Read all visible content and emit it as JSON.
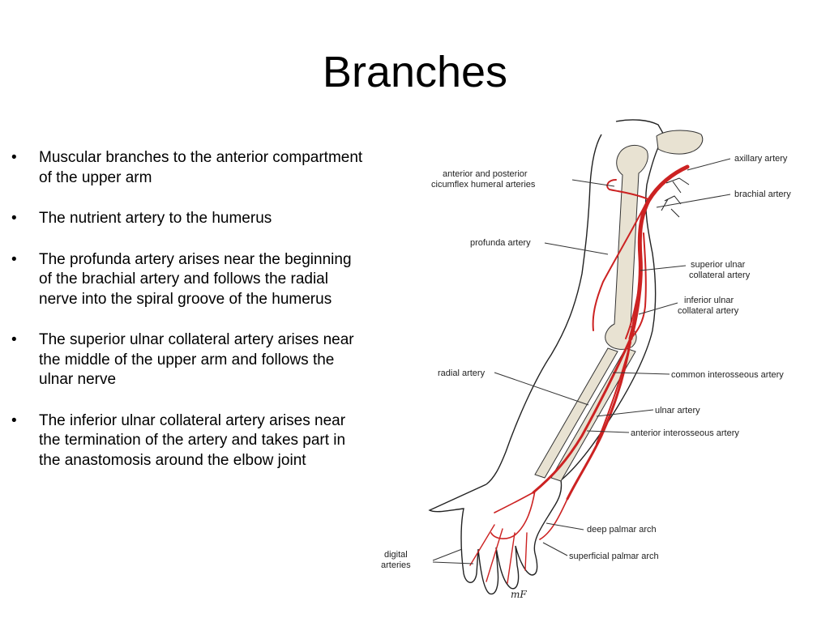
{
  "slide": {
    "title": "Branches",
    "bullets": [
      "Muscular branches to the anterior compartment of the upper arm",
      "The nutrient artery to the humerus",
      "The profunda artery arises near the beginning of the brachial artery and follows the radial nerve into the spiral groove of the humerus",
      "The superior ulnar collateral artery arises near the middle of the upper arm and follows the ulnar nerve",
      "The inferior ulnar collateral artery arises near the termination of the artery and takes part in the anastomosis around the elbow joint"
    ],
    "bullet_symbol": "•"
  },
  "figure": {
    "labels": {
      "axillary": "axillary artery",
      "circumflex_1": "anterior and posterior",
      "circumflex_2": "cicumflex humeral arteries",
      "brachial": "brachial artery",
      "profunda": "profunda artery",
      "sup_ulnar_1": "superior ulnar",
      "sup_ulnar_2": "collateral artery",
      "inf_ulnar_1": "inferior ulnar",
      "inf_ulnar_2": "collateral artery",
      "radial": "radial artery",
      "common_interosseous": "common interosseous artery",
      "ulnar": "ulnar artery",
      "anterior_interosseous": "anterior interosseous artery",
      "deep_palmar": "deep palmar arch",
      "digital_1": "digital",
      "digital_2": "arteries",
      "superficial_palmar": "superficial palmar arch"
    },
    "signature": "mF",
    "colors": {
      "artery": "#cc2222",
      "bone": "#e8e2d2"
    }
  }
}
